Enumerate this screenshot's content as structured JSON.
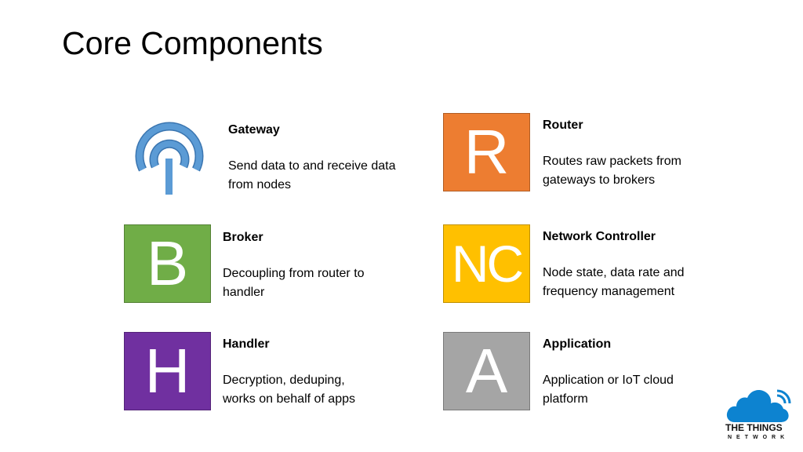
{
  "title": "Core Components",
  "components": {
    "gateway": {
      "icon": "radio-tower-icon",
      "heading": "Gateway",
      "body": "Send data to and receive data from nodes",
      "color": "#5B9BD5"
    },
    "router": {
      "letter": "R",
      "heading": "Router",
      "body": "Routes raw packets from gateways to brokers",
      "color": "#ED7D31"
    },
    "broker": {
      "letter": "B",
      "heading": "Broker",
      "body": "Decoupling from router to handler",
      "color": "#70AD47"
    },
    "network_controller": {
      "letter": "NC",
      "heading": "Network Controller",
      "body": "Node state, data rate and frequency management",
      "color": "#FFC000"
    },
    "handler": {
      "letter": "H",
      "heading": "Handler",
      "body": "Decryption, deduping, works on behalf of apps",
      "color": "#7030A0"
    },
    "application": {
      "letter": "A",
      "heading": "Application",
      "body": "Application or IoT cloud platform",
      "color": "#A5A5A5"
    }
  },
  "logo": {
    "icon": "cloud-icon",
    "line1": "THE THINGS",
    "line2": "NETWORK",
    "color": "#0D83D0"
  }
}
